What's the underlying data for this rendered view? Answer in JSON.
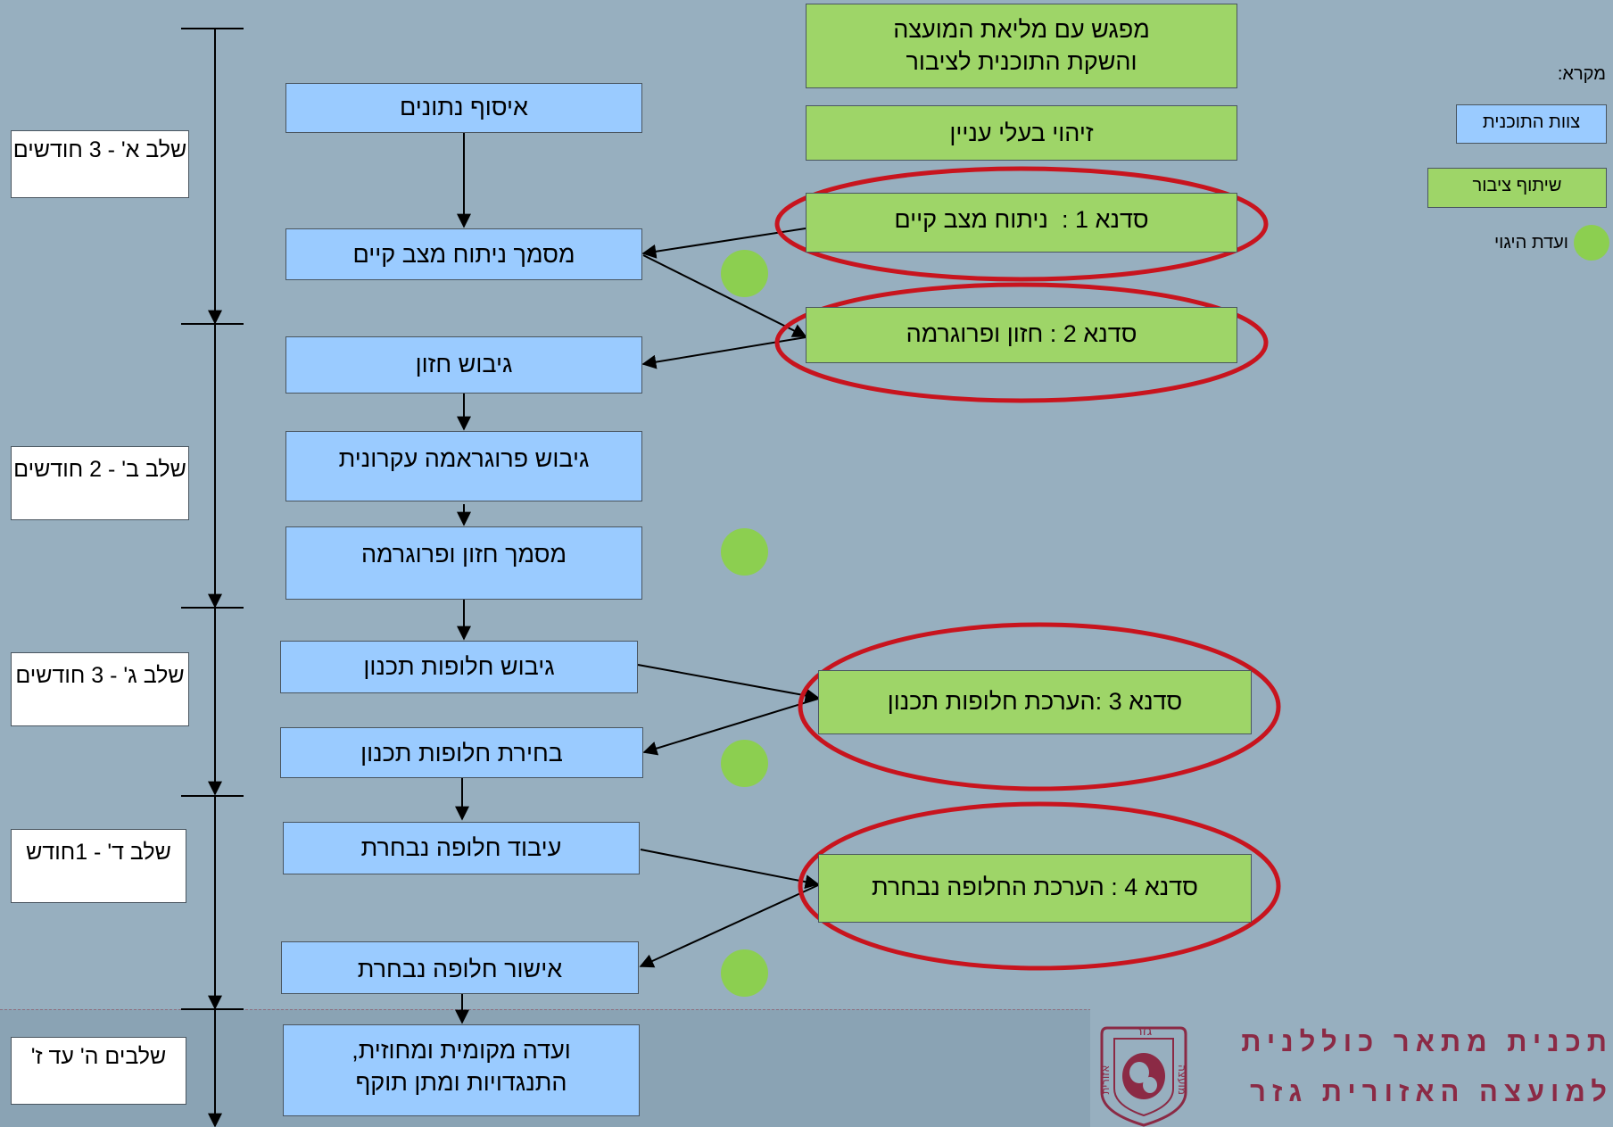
{
  "stages": [
    {
      "id": "a",
      "text": "שלב א' - 3 חודשים"
    },
    {
      "id": "b",
      "text": "שלב ב' - 2 חודשים"
    },
    {
      "id": "c",
      "text": "שלב ג' - 3 חודשים"
    },
    {
      "id": "d",
      "text": "שלב ד' - 1חודש"
    },
    {
      "id": "e",
      "text": "שלבים ה' עד ז'"
    }
  ],
  "team_steps": [
    "איסוף נתונים",
    "מסמך ניתוח מצב קיים",
    "גיבוש חזון",
    "גיבוש פרוגראמה עקרונית",
    "מסמך חזון ופרוגרמה",
    "גיבוש חלופות תכנון",
    "בחירת חלופות תכנון",
    "עיבוד חלופה נבחרת",
    "אישור חלופה נבחרת",
    "ועדה מקומית ומחוזית, התנגדויות ומתן תוקף"
  ],
  "public_steps": [
    "מפגש עם מליאת המועצה והשקת התוכנית לציבור",
    "זיהוי בעלי עניין",
    "סדנא 1 :  ניתוח מצב קיים",
    "סדנא 2 : חזון ופרוגרמה",
    "סדנא 3 :הערכת חלופות תכנון",
    "סדנא 4 : הערכת החלופה נבחרת"
  ],
  "legend": {
    "title": "מקרא:",
    "team": "צוות התוכנית",
    "public": "שיתוף ציבור",
    "steering": "ועדת היגוי"
  },
  "logo": {
    "line1": "תכנית מתאר כוללנית",
    "line2": "למועצה האזורית גזר",
    "seal_top": "גזר",
    "seal_left": "אזורית",
    "seal_right": "מועצה"
  },
  "colors": {
    "team": "#9acbff",
    "public": "#9ed568",
    "steering": "#8ccf50",
    "highlight": "#c8141e",
    "brand": "#8b2a45"
  }
}
